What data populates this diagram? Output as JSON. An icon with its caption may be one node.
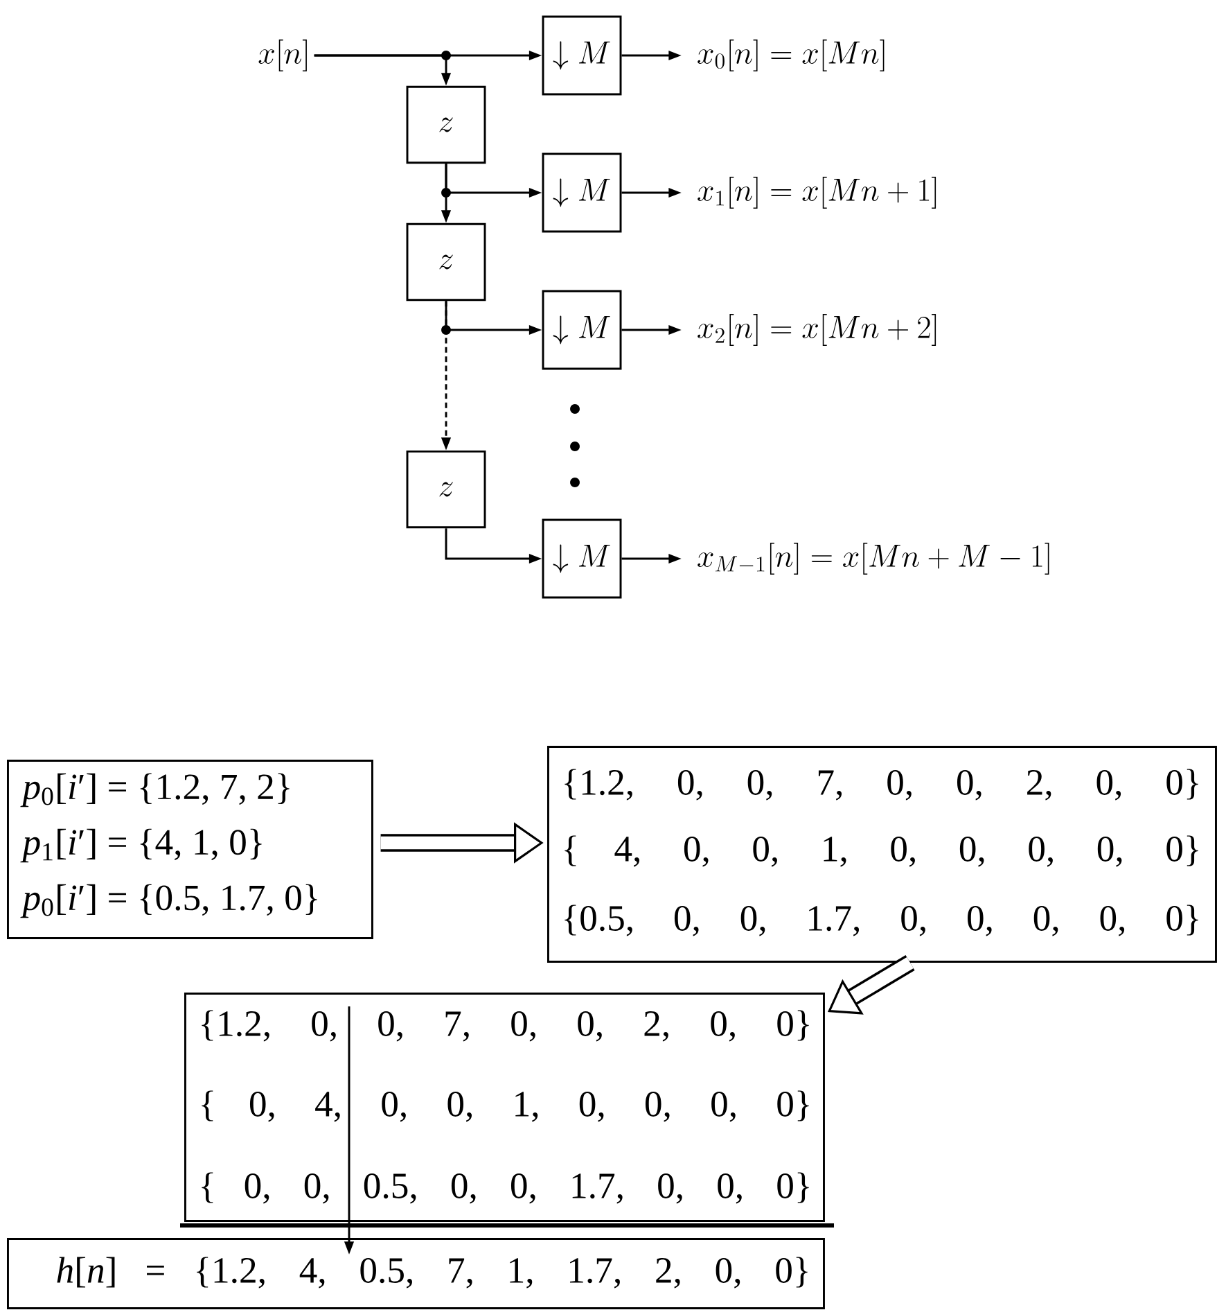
{
  "diagram": {
    "nodes": [
      {
        "text": [
          "x[n]"
        ]
      },
      {
        "text": [
          "\\downarrow M"
        ]
      },
      {
        "text": [
          "z"
        ]
      },
      {
        "text": [
          "\\downarrow M"
        ]
      },
      {
        "text": [
          "z"
        ]
      },
      {
        "text": [
          "\\downarrow M"
        ]
      },
      {
        "text": [
          "z"
        ]
      },
      {
        "text": [
          "\\downarrow M"
        ]
      },
      {
        "text": [
          "x_0[n] = x[M n]"
        ]
      },
      {
        "text": [
          "x_1[n] = x[M n + 1]"
        ]
      },
      {
        "text": [
          "x_2[n] = x[M n + 2]"
        ]
      },
      {
        "text": [
          "x_{M-1}[n] = x[M n + M - 1]"
        ]
      },
      {
        "text": [
          "*p*$_{0}$[*i*′] = {1.2, 7, 2}",
          "*p*$_{1}$[*i*′] = {4, 1, 0}",
          "*p*$_{0}$[*i*′] = {0.5, 1.7, 0}"
        ]
      },
      {
        "text": [
          "{1.2, 0, 0, 7, 0, 0, 2, 0, 0}",
          "{ 4, 0, 0, 1, 0, 0, 0, 0, 0}",
          "{0.5, 0, 0, 1.7, 0, 0, 0, 0, 0}"
        ]
      },
      {
        "text": [
          "{1.2, 0, 0, 7, 0, 0, 2, 0, 0}",
          "{ 0, 4, 0, 0, 1, 0, 0, 0, 0}",
          "{ 0, 0, 0.5, 0, 0, 1.7, 0, 0, 0}"
        ]
      },
      {
        "text": [
          "*h*[*n*] = {1.2, 4, 0.5, 7, 1, 1.7, 2, 0, 0}"
        ]
      }
    ],
    "edges": [
      {
        "from": 0,
        "to": 1,
        "arrow": "to"
      },
      {
        "from": 0,
        "to": 2,
        "arrow": "to"
      },
      {
        "from": 2,
        "to": 3,
        "arrow": "to"
      },
      {
        "from": 2,
        "to": 4,
        "arrow": "to"
      },
      {
        "from": 4,
        "to": 5,
        "arrow": "to"
      },
      {
        "from": 4,
        "to": 6,
        "arrow": "to",
        "style": "dashed"
      },
      {
        "from": 6,
        "to": 7,
        "arrow": "to"
      },
      {
        "from": 1,
        "to": 8,
        "arrow": "to"
      },
      {
        "from": 3,
        "to": 9,
        "arrow": "to"
      },
      {
        "from": 5,
        "to": 10,
        "arrow": "to"
      },
      {
        "from": 7,
        "to": 11,
        "arrow": "to"
      },
      {
        "from": 12,
        "to": 13,
        "arrow": "to",
        "style": "thick"
      },
      {
        "from": 13,
        "to": 14,
        "arrow": "to",
        "style": "thick"
      },
      {
        "from": 14,
        "to": 15,
        "arrow": "to"
      }
    ]
  }
}
